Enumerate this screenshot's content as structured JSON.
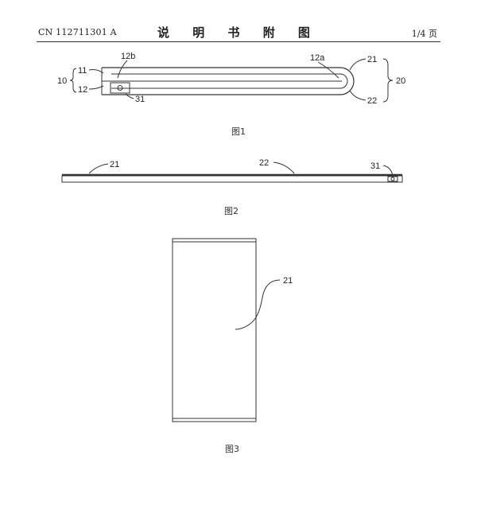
{
  "header": {
    "doc_number": "CN 112711301 A",
    "title": "说 明 书 附 图",
    "page": "1/4 页"
  },
  "figures": [
    {
      "caption": "图1",
      "labels": {
        "l10": "10",
        "l11": "11",
        "l12": "12",
        "l12b": "12b",
        "l31": "31",
        "l12a": "12a",
        "l21": "21",
        "l22": "22",
        "l20": "20"
      }
    },
    {
      "caption": "图2",
      "labels": {
        "l21": "21",
        "l22": "22",
        "l31": "31"
      }
    },
    {
      "caption": "图3",
      "labels": {
        "l21": "21"
      }
    }
  ]
}
